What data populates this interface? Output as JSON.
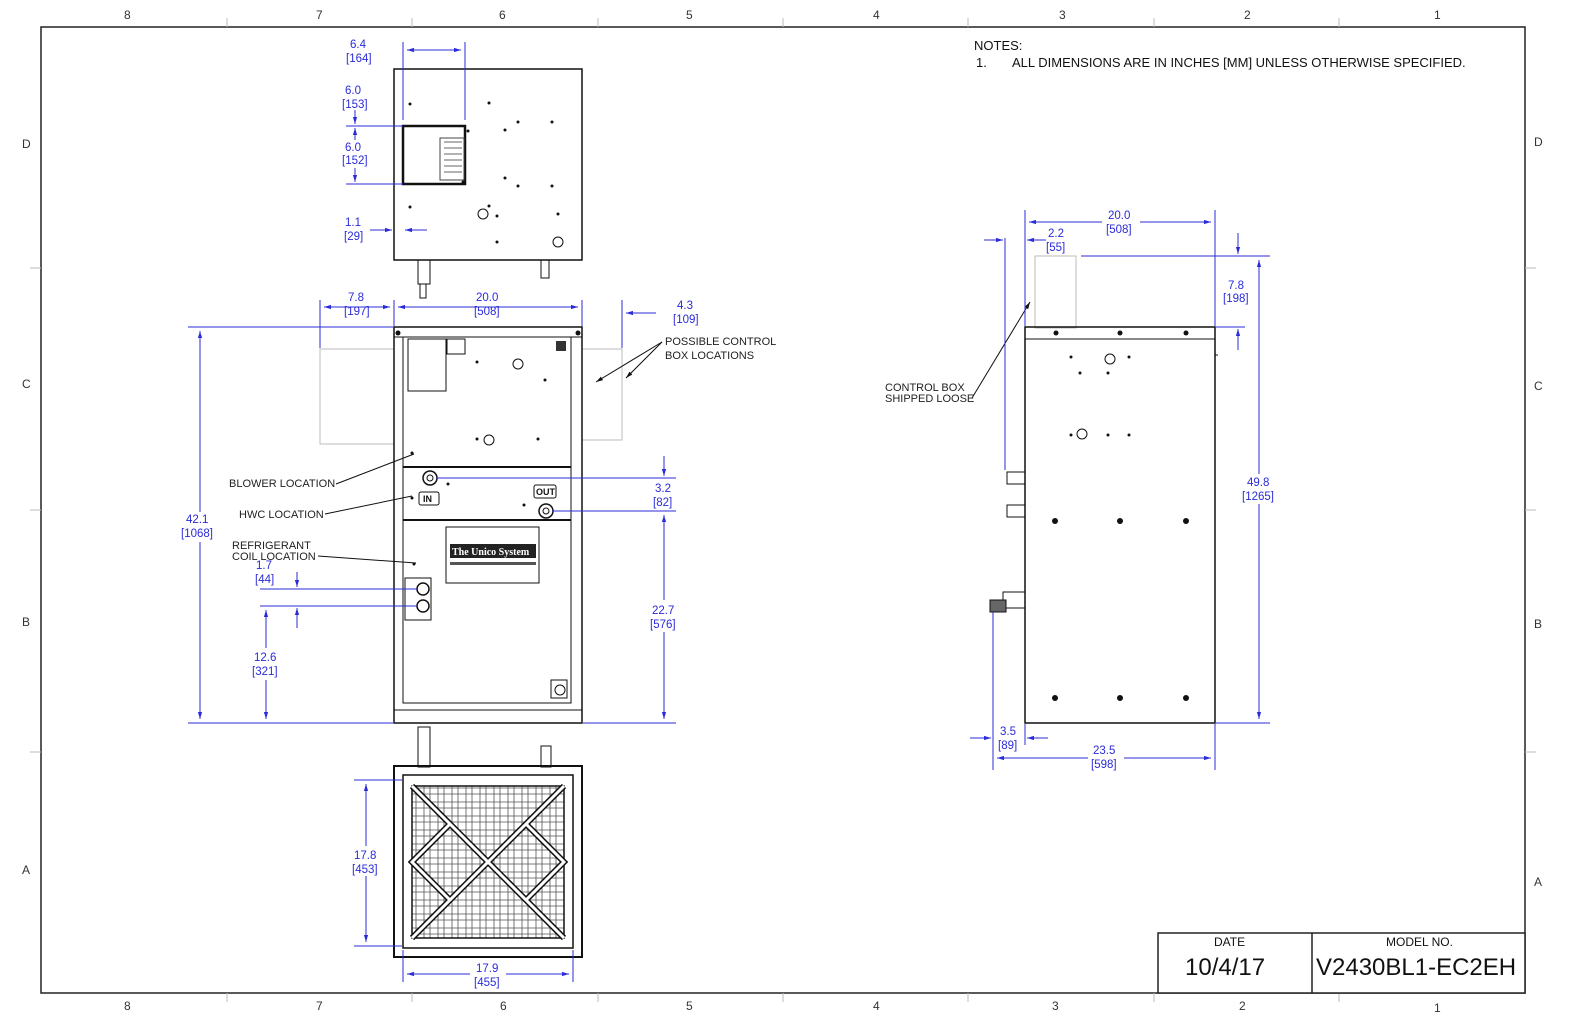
{
  "zones": {
    "columns": [
      "8",
      "7",
      "6",
      "5",
      "4",
      "3",
      "2",
      "1"
    ],
    "rows": [
      "D",
      "C",
      "B",
      "A"
    ]
  },
  "notes": {
    "title": "NOTES:",
    "items": [
      {
        "num": "1.",
        "text": "ALL DIMENSIONS ARE IN INCHES [MM] UNLESS OTHERWISE SPECIFIED."
      }
    ]
  },
  "top_view": {
    "dims": {
      "d1": {
        "in": "6.4",
        "mm": "[164]"
      },
      "d2": {
        "in": "6.0",
        "mm": "[153]"
      },
      "d3": {
        "in": "6.0",
        "mm": "[152]"
      },
      "d4": {
        "in": "1.1",
        "mm": "[29]"
      }
    }
  },
  "front_view": {
    "dims": {
      "width": {
        "in": "20.0",
        "mm": "[508]"
      },
      "left_box": {
        "in": "7.8",
        "mm": "[197]"
      },
      "right_box": {
        "in": "4.3",
        "mm": "[109]"
      },
      "height": {
        "in": "42.1",
        "mm": "[1068]"
      },
      "hwc_spacing": {
        "in": "3.2",
        "mm": "[82]"
      },
      "hwc_height": {
        "in": "22.7",
        "mm": "[576]"
      },
      "refr_spacing": {
        "in": "1.7",
        "mm": "[44]"
      },
      "refr_height": {
        "in": "12.6",
        "mm": "[321]"
      }
    },
    "labels": {
      "control_box": "POSSIBLE CONTROL",
      "control_box2": "BOX LOCATIONS",
      "blower": "BLOWER LOCATION",
      "hwc": "HWC LOCATION",
      "refrigerant": "REFRIGERANT",
      "refrigerant2": "COIL LOCATION",
      "in_tag": "IN",
      "out_tag": "OUT",
      "brand": "The Unico System"
    }
  },
  "bottom_view": {
    "dims": {
      "depth": {
        "in": "17.8",
        "mm": "[453]"
      },
      "width": {
        "in": "17.9",
        "mm": "[455]"
      }
    }
  },
  "side_view": {
    "dims": {
      "top_width": {
        "in": "20.0",
        "mm": "[508]"
      },
      "box_offset": {
        "in": "2.2",
        "mm": "[55]"
      },
      "box_height": {
        "in": "7.8",
        "mm": "[198]"
      },
      "total_height": {
        "in": "49.8",
        "mm": "[1265]"
      },
      "base_offset": {
        "in": "3.5",
        "mm": "[89]"
      },
      "overall_width": {
        "in": "23.5",
        "mm": "[598]"
      }
    },
    "labels": {
      "control_box": "CONTROL BOX",
      "control_box2": "SHIPPED LOOSE"
    }
  },
  "title_block": {
    "date_label": "DATE",
    "date_value": "10/4/17",
    "model_label": "MODEL NO.",
    "model_value": "V2430BL1-EC2EH"
  },
  "colors": {
    "dimension": "#2b2bd9",
    "outline": "#111111"
  }
}
